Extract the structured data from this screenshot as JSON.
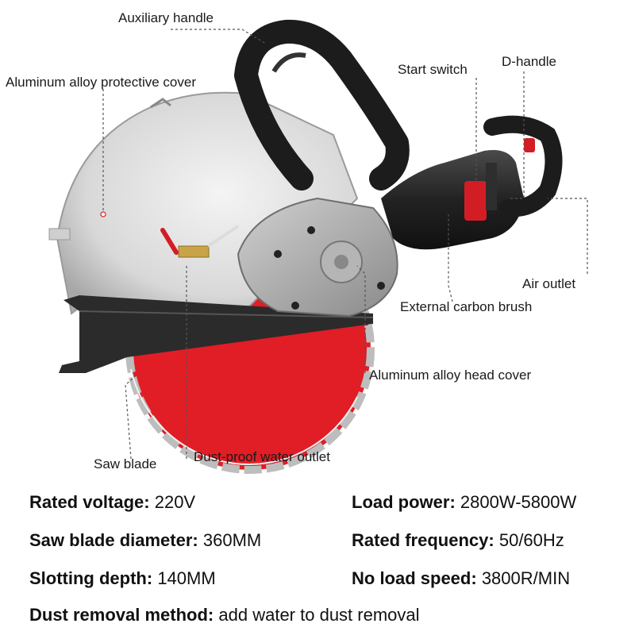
{
  "callouts": {
    "auxiliary_handle": "Auxiliary handle",
    "protective_cover": "Aluminum alloy protective cover",
    "start_switch": "Start switch",
    "d_handle": "D-handle",
    "air_outlet": "Air outlet",
    "carbon_brush": "External carbon brush",
    "head_cover": "Aluminum alloy head cover",
    "saw_blade": "Saw blade",
    "water_outlet": "Dust-proof water outlet"
  },
  "specs": {
    "rated_voltage": {
      "label": "Rated voltage:",
      "value": "220V"
    },
    "load_power": {
      "label": "Load power:",
      "value": "2800W-5800W"
    },
    "blade_diameter": {
      "label": "Saw blade diameter:",
      "value": "360MM"
    },
    "rated_frequency": {
      "label": "Rated frequency:",
      "value": "50/60Hz"
    },
    "slotting_depth": {
      "label": "Slotting depth:",
      "value": "140MM"
    },
    "no_load_speed": {
      "label": "No load speed:",
      "value": "3800R/MIN"
    },
    "dust_removal": {
      "label": "Dust removal method:",
      "value": "add water to dust removal"
    }
  },
  "colors": {
    "blade_red": "#e11d25",
    "cover_silver": "#d9d9d9",
    "handle_black": "#1c1c1c",
    "leader_gray": "#555555"
  }
}
